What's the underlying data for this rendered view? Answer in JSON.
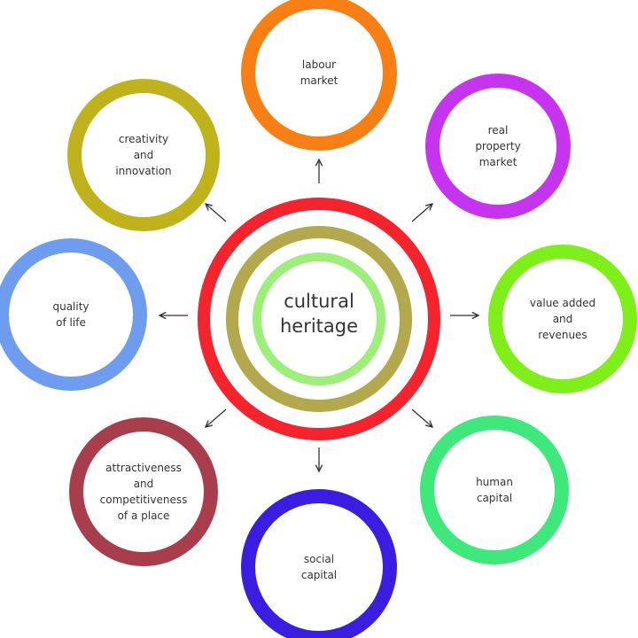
{
  "center": {
    "lines": [
      "cultural",
      "heritage"
    ],
    "ring_colors": [
      "#f5242c",
      "#b3a84c",
      "#9cf07a"
    ]
  },
  "nodes": [
    {
      "id": "labour-market",
      "lines": [
        "labour",
        "market"
      ],
      "color": "#f77f14"
    },
    {
      "id": "real-property-market",
      "lines": [
        "real",
        "property",
        "market"
      ],
      "color": "#c734f0"
    },
    {
      "id": "value-added-and-revenues",
      "lines": [
        "value added",
        "and",
        "revenues"
      ],
      "color": "#7fef1a"
    },
    {
      "id": "human-capital",
      "lines": [
        "human",
        "capital"
      ],
      "color": "#3ee87a"
    },
    {
      "id": "social-capital",
      "lines": [
        "social",
        "capital"
      ],
      "color": "#3a1de0"
    },
    {
      "id": "attractiveness-and-competitiveness",
      "lines": [
        "attractiveness",
        "and",
        "competitiveness",
        "of a place"
      ],
      "color": "#a83d4c"
    },
    {
      "id": "quality-of-life",
      "lines": [
        "quality",
        "of life"
      ],
      "color": "#6e9cef"
    },
    {
      "id": "creativity-and-innovation",
      "lines": [
        "creativity",
        "and",
        "innovation"
      ],
      "color": "#c0b21a"
    }
  ]
}
